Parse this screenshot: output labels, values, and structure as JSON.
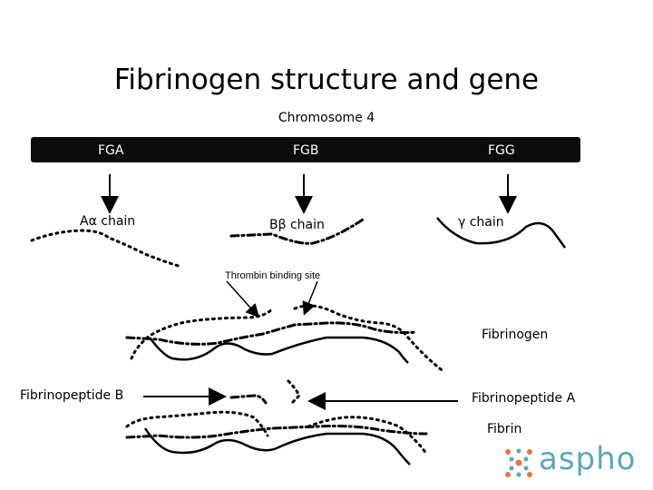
{
  "title": "Fibrinogen structure and gene",
  "chromosome": "Chromosome 4",
  "genes": [
    "FGA",
    "FGB",
    "FGG"
  ],
  "chains": [
    "Aα chain",
    "Bβ chain",
    "γ chain"
  ],
  "thrombin_label": "Thrombin binding site",
  "fibrinogen_label": "Fibrinogen",
  "fibrinopeptide_b": "Fibrinopeptide B",
  "fibrinopeptide_a": "Fibrinopeptide A",
  "fibrin_label": "Fibrin",
  "logo": {
    "text": "aspho",
    "text_color": "#5aa7b6",
    "accent_color": "#e8743b"
  }
}
